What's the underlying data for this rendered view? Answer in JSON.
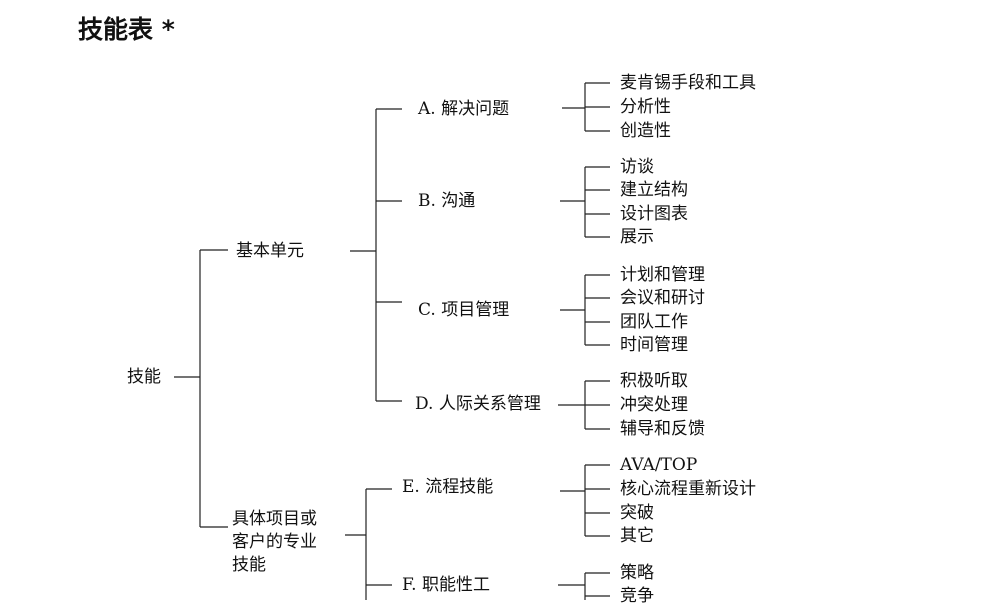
{
  "title": "技能表 *",
  "root": "技能",
  "groups": [
    {
      "label": "基本单元",
      "categories": [
        {
          "label": "A. 解决问题",
          "items": [
            "麦肯锡手段和工具",
            "分析性",
            "创造性"
          ]
        },
        {
          "label": "B. 沟通",
          "items": [
            "访谈",
            "建立结构",
            "设计图表",
            "展示"
          ]
        },
        {
          "label": "C. 项目管理",
          "items": [
            "计划和管理",
            "会议和研讨",
            "团队工作",
            "时间管理"
          ]
        },
        {
          "label": "D. 人际关系管理",
          "items": [
            "积极听取",
            "冲突处理",
            "辅导和反馈"
          ]
        }
      ]
    },
    {
      "label_lines": [
        "具体项目或",
        "客户的专业",
        "技能"
      ],
      "categories": [
        {
          "label": "E. 流程技能",
          "items": [
            "AVA/TOP",
            "核心流程重新设计",
            "突破",
            "其它"
          ]
        },
        {
          "label": "F. 职能性工",
          "items": [
            "策略",
            "竞争"
          ]
        }
      ]
    }
  ]
}
